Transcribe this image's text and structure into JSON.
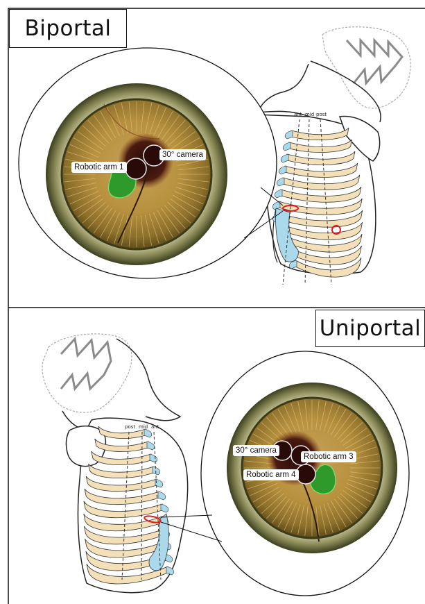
{
  "panels": {
    "biportal": {
      "title": "Biportal",
      "labels": {
        "camera": "30° camera",
        "arm1": "Robotic arm 1"
      },
      "axis_lines": [
        "ant",
        "mid",
        "post"
      ]
    },
    "uniportal": {
      "title": "Uniportal",
      "labels": {
        "camera": "30° camera",
        "arm3": "Robotic arm 3",
        "arm4": "Robotic arm 4"
      },
      "axis_lines": [
        "post",
        "mid",
        "ant"
      ]
    }
  },
  "colors": {
    "rib": "#f3dfb8",
    "cartilage": "#a9d9ea",
    "port_marker": "#e0191b",
    "instrument_green": "#2f9a2c",
    "scope_ring": "#9a8a3a",
    "head_pattern": "#8a8a8a"
  }
}
